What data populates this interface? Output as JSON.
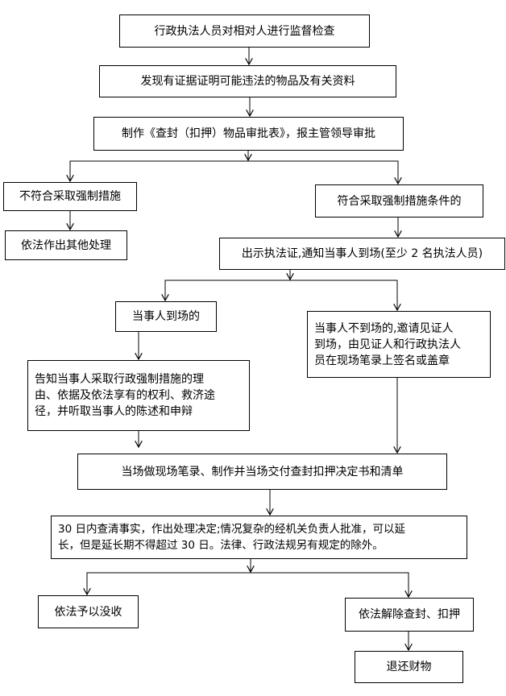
{
  "title": "行政强制措施（查封扣押）流程图",
  "nodes": {
    "start": "行政执法人员对相对人进行监督检查",
    "found_evidence": "发现有证据证明可能违法的物品及有关资料",
    "approval_form": "制作《查封（扣押）物品审批表》，报主管领导审批",
    "not_eligible": "不符合采取强制措施",
    "other_handling": "依法作出其他处理",
    "eligible": "符合采取强制措施条件的",
    "show_certificate": "出示执法证,通知当事人到场(至少 2 名执法人员)",
    "party_present": "当事人到场的",
    "inform_party": [
      "告知当事人采取行政强制措施的理",
      "由、依据及依法享有的权利、救济途",
      "径，并听取当事人的陈述和申辩"
    ],
    "party_absent": [
      "当事人不到场的,邀请见证人",
      "到场，由见证人和行政执法人",
      "员在现场笔录上签名或盖章"
    ],
    "on_site_record": "当场做现场笔录、制作并当场交付查封扣押决定书和清单",
    "thirty_days": [
      "30 日内查清事实，作出处理决定;情况复杂的经机关负责人批准，可以延",
      "长，但是延长期不得超过 30 日。法律、行政法规另有规定的除外。"
    ],
    "confiscate": "依法予以没收",
    "release": "依法解除查封、扣押",
    "return_property": "退还财物"
  },
  "colors": {
    "line": "#000000",
    "box_border": "#000000",
    "background": "#ffffff"
  }
}
